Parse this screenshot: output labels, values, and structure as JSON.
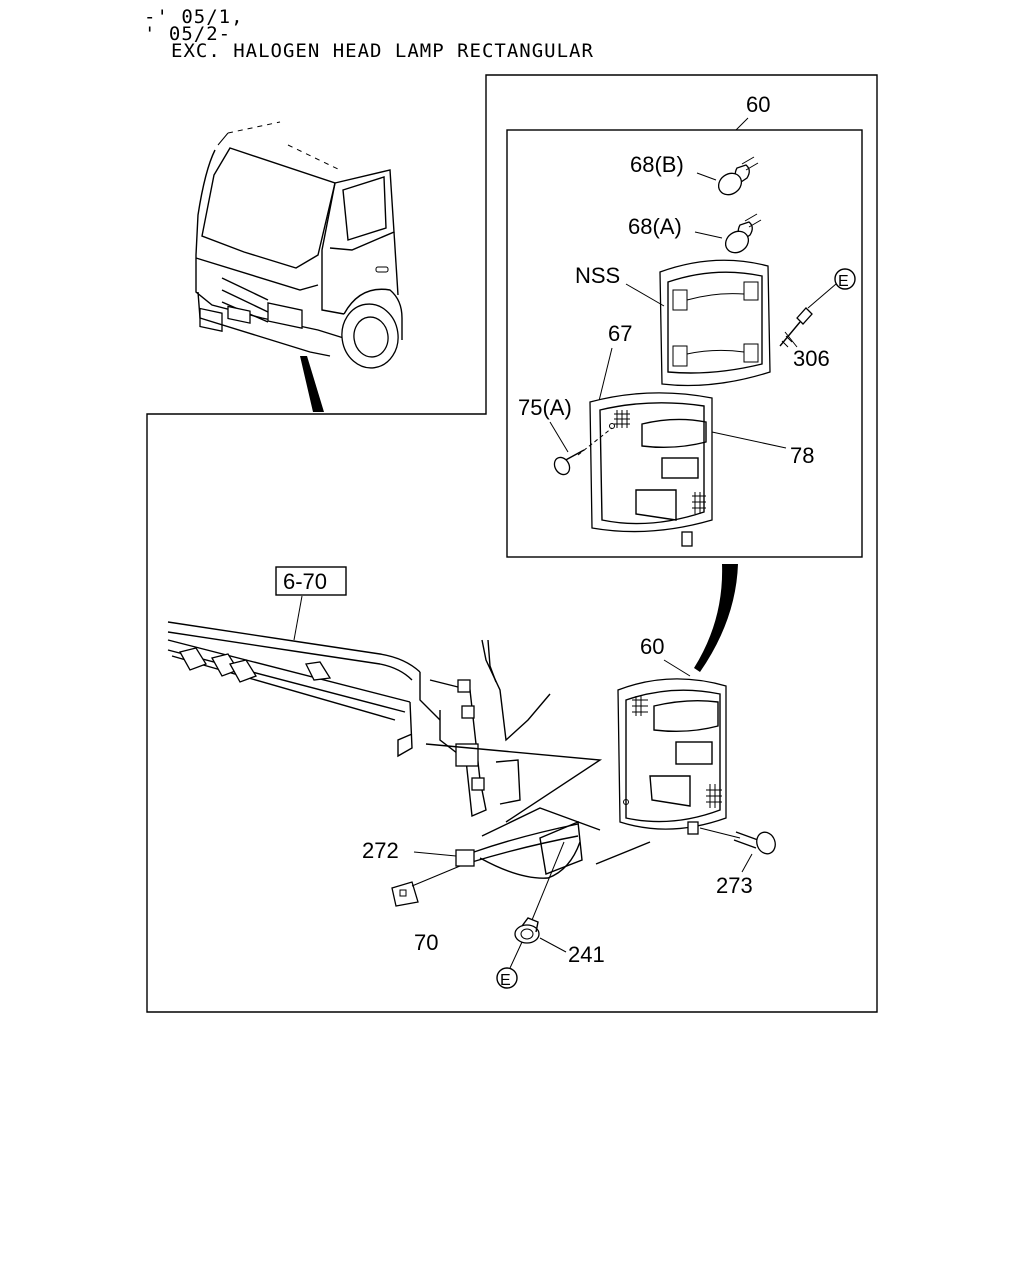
{
  "header": {
    "line1": "-' 05/1,",
    "line2": "' 05/2-",
    "line3": "EXC. HALOGEN HEAD LAMP RECTANGULAR"
  },
  "callouts": {
    "assembly_top": "60",
    "bulb_b": "68(B)",
    "bulb_a": "68(A)",
    "nss": "NSS",
    "e_top": "E",
    "screw_306": "306",
    "gasket_67": "67",
    "screw_75a": "75(A)",
    "lens_78": "78",
    "ref_670": "6-70",
    "assembly_bottom": "60",
    "harness_272": "272",
    "bolt_273": "273",
    "clip_70": "70",
    "grommet_241": "241",
    "e_bottom": "E"
  }
}
